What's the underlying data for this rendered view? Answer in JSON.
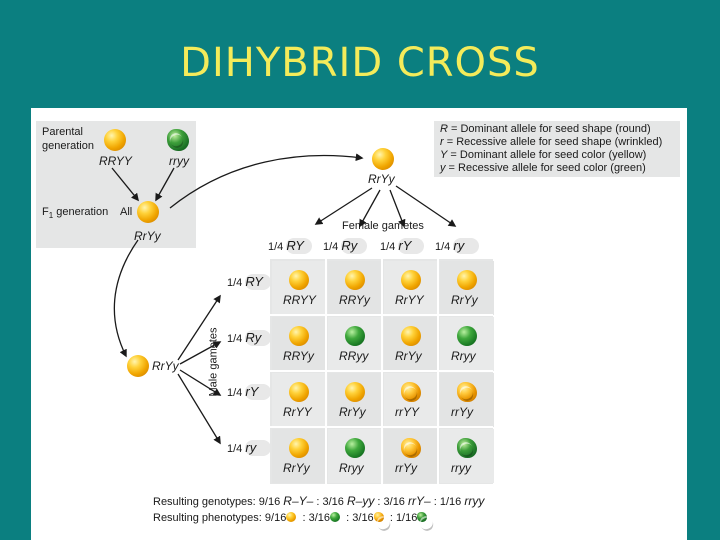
{
  "title": "DIHYBRID CROSS",
  "parental": {
    "label_line1": "Parental",
    "label_line2": "generation",
    "left_genotype": "RRYY",
    "right_genotype": "rryy"
  },
  "f1": {
    "label": "F",
    "label_sub": "1",
    "label_rest": " generation",
    "all": "All",
    "genotype": "RrYy"
  },
  "legend": [
    {
      "sym": "R",
      "text": " = Dominant allele for seed shape (round)"
    },
    {
      "sym": "r",
      "text": " = Recessive allele for seed shape (wrinkled)"
    },
    {
      "sym": "Y",
      "text": " = Dominant allele for seed color (yellow)"
    },
    {
      "sym": "y",
      "text": " = Recessive allele for seed color (green)"
    }
  ],
  "female": {
    "parent_genotype": "RrYy",
    "label": "Female gametes",
    "gametes": [
      {
        "fraction": "1/4",
        "allele": "RY"
      },
      {
        "fraction": "1/4",
        "allele": "Ry"
      },
      {
        "fraction": "1/4",
        "allele": "rY"
      },
      {
        "fraction": "1/4",
        "allele": "ry"
      }
    ]
  },
  "male": {
    "parent_genotype": "RrYy",
    "label": "Male gametes",
    "gametes": [
      {
        "fraction": "1/4",
        "allele": "RY"
      },
      {
        "fraction": "1/4",
        "allele": "Ry"
      },
      {
        "fraction": "1/4",
        "allele": "rY"
      },
      {
        "fraction": "1/4",
        "allele": "ry"
      }
    ]
  },
  "grid": [
    [
      {
        "g": "RRYY",
        "pea": "yellow-round"
      },
      {
        "g": "RRYy",
        "pea": "yellow-round"
      },
      {
        "g": "RrYY",
        "pea": "yellow-round"
      },
      {
        "g": "RrYy",
        "pea": "yellow-round"
      }
    ],
    [
      {
        "g": "RRYy",
        "pea": "yellow-round"
      },
      {
        "g": "RRyy",
        "pea": "green-round"
      },
      {
        "g": "RrYy",
        "pea": "yellow-round"
      },
      {
        "g": "Rryy",
        "pea": "green-round"
      }
    ],
    [
      {
        "g": "RrYY",
        "pea": "yellow-round"
      },
      {
        "g": "RrYy",
        "pea": "yellow-round"
      },
      {
        "g": "rrYY",
        "pea": "yellow-wrinkled"
      },
      {
        "g": "rrYy",
        "pea": "yellow-wrinkled"
      }
    ],
    [
      {
        "g": "RrYy",
        "pea": "yellow-round"
      },
      {
        "g": "Rryy",
        "pea": "green-round"
      },
      {
        "g": "rrYy",
        "pea": "yellow-wrinkled"
      },
      {
        "g": "rryy",
        "pea": "green-wrinkled"
      }
    ]
  ],
  "results": {
    "genotypes_label": "Resulting genotypes:",
    "genotypes": [
      {
        "frac": "9/16",
        "geno": "R–Y–"
      },
      {
        "frac": "3/16",
        "geno": "R–yy"
      },
      {
        "frac": "3/16",
        "geno": "rrY–"
      },
      {
        "frac": "1/16",
        "geno": "rryy"
      }
    ],
    "phenotypes_label": "Resulting phenotypes:",
    "phenotypes": [
      {
        "frac": "9/16",
        "pea": "yellow-round"
      },
      {
        "frac": "3/16",
        "pea": "green-round"
      },
      {
        "frac": "3/16",
        "pea": "yellow-wrinkled"
      },
      {
        "frac": "1/16",
        "pea": "green-wrinkled"
      }
    ],
    "separator": ":"
  },
  "colors": {
    "background": "#0b7f80",
    "title": "#f4eb5a",
    "panel_gray": "#e5e6e6"
  }
}
